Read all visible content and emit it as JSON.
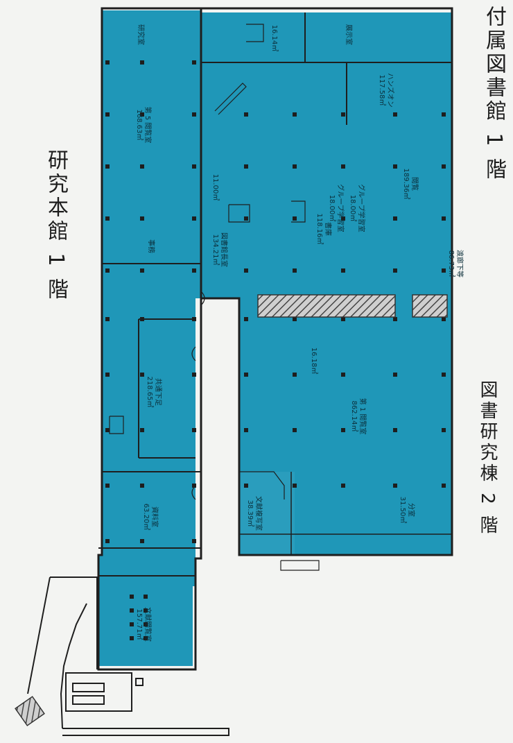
{
  "titles": {
    "main_building": "研究本館 1 階",
    "annex_library": "付属図書館 1 階",
    "library_research": "図書研究棟 2 階"
  },
  "rooms": [
    {
      "id": "r1",
      "label": "第 5 閲覧室",
      "area": "168.63㎡"
    },
    {
      "id": "r2",
      "label": "事務",
      "area": ""
    },
    {
      "id": "r3",
      "label": "図書館長室",
      "area": "134.21㎡"
    },
    {
      "id": "r4",
      "label": "書庫",
      "area": "118.16㎡"
    },
    {
      "id": "r5",
      "label": "閲覧",
      "area": "189.36㎡"
    },
    {
      "id": "r6",
      "label": "第 1 閲覧室",
      "area": "862.14㎡"
    },
    {
      "id": "r7",
      "label": "分室",
      "area": "31.50㎡"
    },
    {
      "id": "r8",
      "label": "文献複写室",
      "area": "38.39㎡"
    },
    {
      "id": "r9",
      "label": "共通下足",
      "area": "218.65㎡"
    },
    {
      "id": "r10",
      "label": "資料室",
      "area": "63.20㎡"
    },
    {
      "id": "r11",
      "label": "文献閲覧室",
      "area": "157.71㎡"
    },
    {
      "id": "r12",
      "label": "研究室",
      "area": ""
    },
    {
      "id": "r13",
      "label": "グループ学習室",
      "area": "18.00㎡"
    },
    {
      "id": "r14",
      "label": "グループ学習室",
      "area": "18.00㎡"
    },
    {
      "id": "r15",
      "label": "ハンズオン",
      "area": "117.58㎡"
    },
    {
      "id": "r16",
      "label": "展示室",
      "area": ""
    },
    {
      "id": "r17",
      "label": "",
      "area": "16.14㎡"
    },
    {
      "id": "r18",
      "label": "",
      "area": "11.00㎡"
    },
    {
      "id": "r19",
      "label": "",
      "area": "16.18㎡"
    },
    {
      "id": "r20",
      "label": "渡廊下等",
      "area": "86.73㎡"
    }
  ],
  "colors": {
    "highlight": "#1f97b8",
    "wall": "#1e1e1e",
    "hatch": "#555555",
    "background": "#f3f4f2"
  }
}
